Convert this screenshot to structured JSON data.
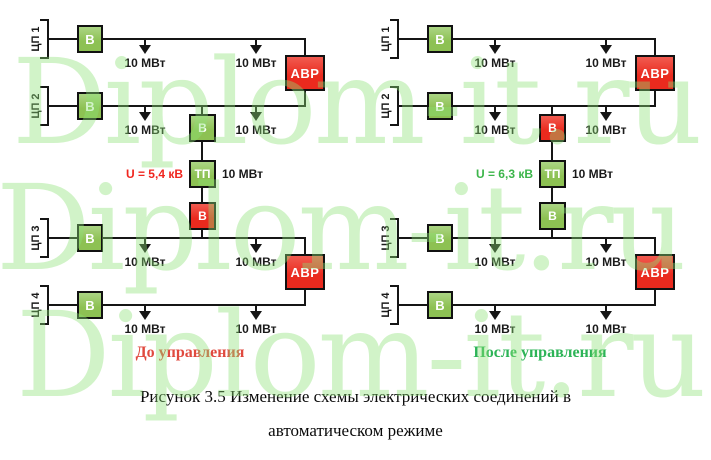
{
  "labels": {
    "bus1": "ЦП 1",
    "bus2": "ЦП 2",
    "bus3": "ЦП 3",
    "bus4": "ЦП 4",
    "breaker": "В",
    "transformer": "ТП",
    "avr": "АВР",
    "load": "10 МВт"
  },
  "before": {
    "voltage": "U = 5,4 кВ",
    "status": "До управления"
  },
  "after": {
    "voltage": "U = 6,3 кВ",
    "status": "После управления"
  },
  "caption": {
    "line1": "Рисунок 3.5 Изменение схемы электрических соединений в",
    "line2": "автоматическом режиме"
  },
  "watermark": {
    "text": "Diplom-it.ru",
    "color": "#8de076"
  },
  "colors": {
    "breaker_green": "#8dc153",
    "breaker_red": "#ea2a1e",
    "line": "#151515",
    "voltage_before": "#f0261f",
    "voltage_after": "#3cb54a",
    "status_before": "#e04a3f",
    "status_after": "#2db457"
  }
}
